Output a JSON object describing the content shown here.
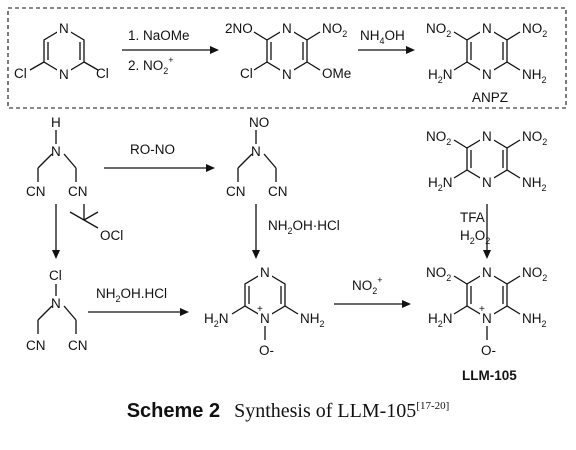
{
  "caption": {
    "label": "Scheme 2",
    "text": "Synthesis of LLM-105",
    "refs": "[17-20]"
  },
  "atoms": {
    "N": "N",
    "H": "H",
    "Cl": "Cl",
    "CN": "CN",
    "NO2": "NO",
    "NO2_sub": "2",
    "OMe": "OMe",
    "H2N": "H",
    "H2N_sub": "2",
    "H2N_N": "N",
    "NH2": "NH",
    "NH2_sub": "2",
    "NO": "NO",
    "N_plus": "N",
    "plus": "+",
    "O_minus": "O",
    "minus": "-"
  },
  "reagents": {
    "step1_a": "1. NaOMe",
    "step1_b": "2. NO",
    "step1_b_sub": "2",
    "step1_b_sup": "+",
    "nh4oh": "NH",
    "nh4oh_sub": "4",
    "nh4oh_tail": "OH",
    "rono": "RO-NO",
    "tbuocl": "OCl",
    "nh2oh_hcl_dot": "NH",
    "nh2oh_hcl_dot_sub": "2",
    "nh2oh_hcl_dot_tail": "OH·HCl",
    "nh2oh_hcl": "NH",
    "nh2oh_hcl_sub": "2",
    "nh2oh_hcl_tail": "OH.HCl",
    "no2plus": "NO",
    "no2plus_sub": "2",
    "no2plus_sup": "+",
    "tfa": "TFA",
    "h2o2": "H",
    "h2o2_sub": "2",
    "h2o2_mid": "O",
    "h2o2_sub2": "2"
  },
  "compounds": {
    "anpz": "ANPZ",
    "llm105": "LLM-105"
  }
}
